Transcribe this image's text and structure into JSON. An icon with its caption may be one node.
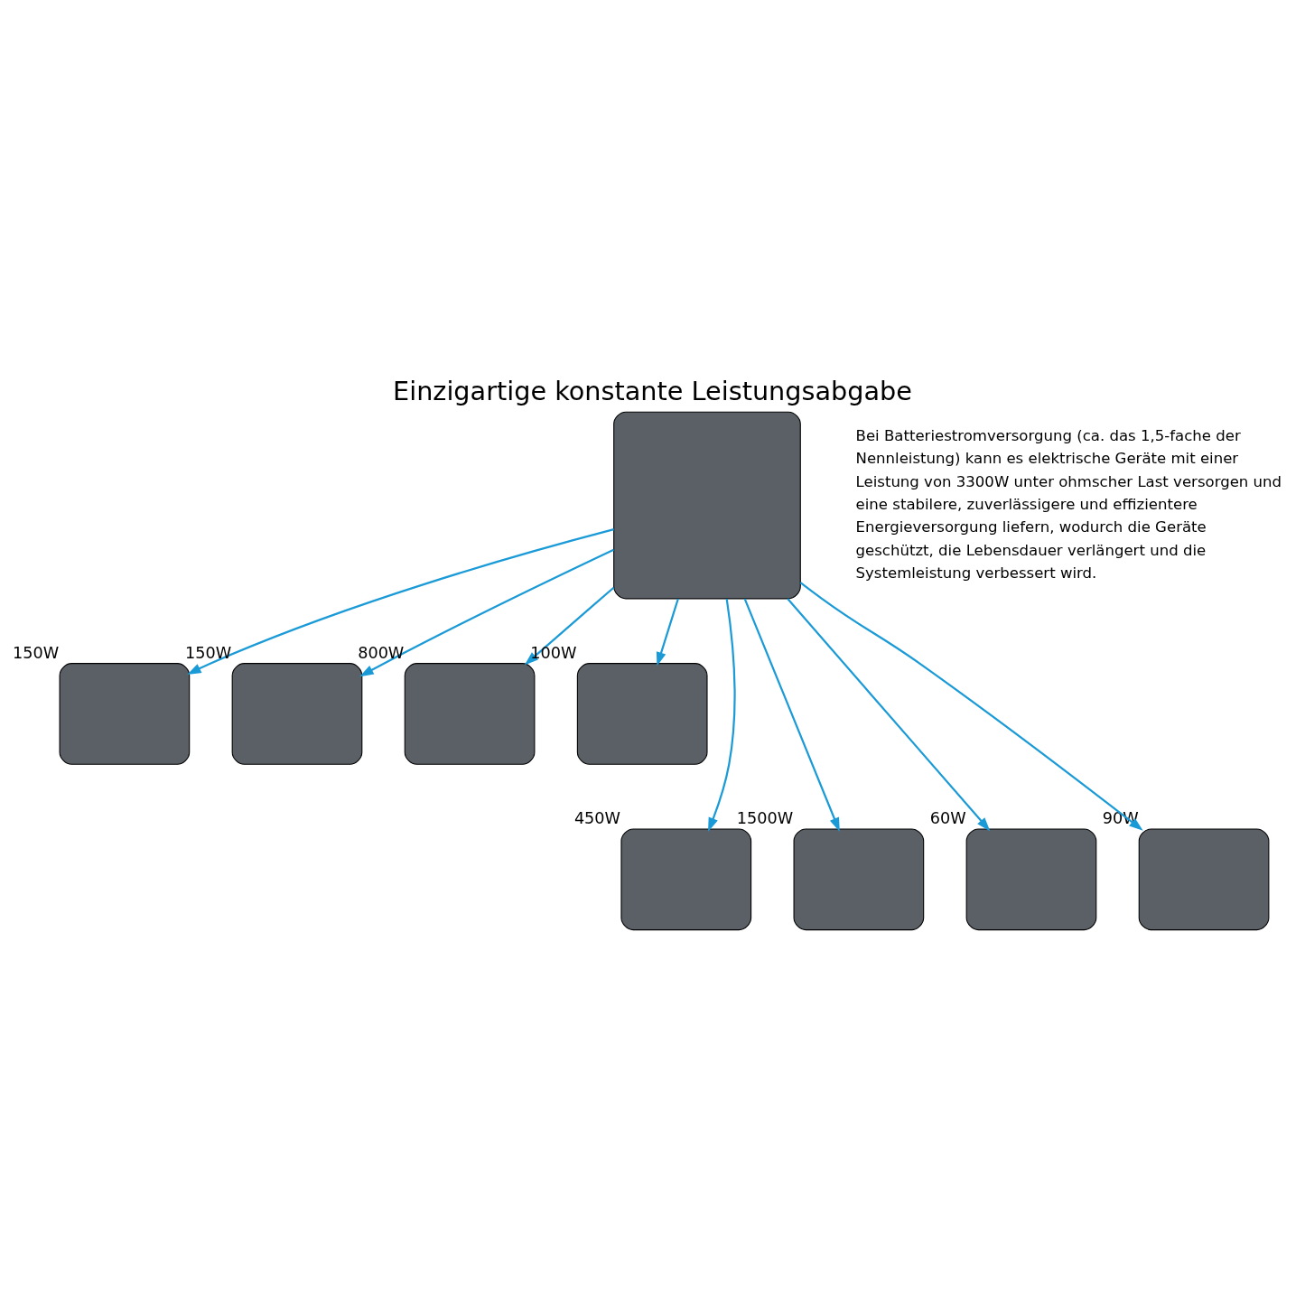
{
  "diagram": {
    "title": "Einzigartige konstante Leistungsabgabe",
    "nodes": [
      {
        "text": [],
        "shape": "box"
      },
      {
        "text": [],
        "shape": "box",
        "beside": [
          "150W"
        ]
      },
      {
        "text": [],
        "shape": "box",
        "beside": [
          "150W"
        ]
      },
      {
        "text": [],
        "shape": "box",
        "beside": [
          "800W"
        ]
      },
      {
        "text": [],
        "shape": "box",
        "beside": [
          "100W"
        ]
      },
      {
        "text": [],
        "shape": "box",
        "beside": [
          "450W"
        ]
      },
      {
        "text": [],
        "shape": "box",
        "beside": [
          "1500W"
        ]
      },
      {
        "text": [],
        "shape": "box",
        "beside": [
          "60W"
        ]
      },
      {
        "text": [],
        "shape": "box",
        "beside": [
          "90W"
        ]
      }
    ],
    "edges": [
      {
        "from": 0,
        "to": 1,
        "arrow": "to",
        "color": "#1a9ad6"
      },
      {
        "from": 0,
        "to": 2,
        "arrow": "to",
        "color": "#1a9ad6"
      },
      {
        "from": 0,
        "to": 3,
        "arrow": "to",
        "color": "#1a9ad6"
      },
      {
        "from": 0,
        "to": 4,
        "arrow": "to",
        "color": "#1a9ad6"
      },
      {
        "from": 0,
        "to": 5,
        "arrow": "to",
        "color": "#1a9ad6"
      },
      {
        "from": 0,
        "to": 6,
        "arrow": "to",
        "color": "#1a9ad6"
      },
      {
        "from": 0,
        "to": 7,
        "arrow": "to",
        "color": "#1a9ad6"
      },
      {
        "from": 0,
        "to": 8,
        "arrow": "to",
        "color": "#1a9ad6"
      }
    ],
    "labels": [
      "Bei Batteriestromversorgung (ca. das 1,5-fache der Nennleistung) kann es elektrische Geräte mit einer Leistung von 3300W unter ohmscher Last versorgen und eine stabilere, zuverlässigere und effizientere Energieversorgung liefern, wodurch die Geräte geschützt, die Lebensdauer verlängert und die Systemleistung verbessert wird."
    ]
  }
}
